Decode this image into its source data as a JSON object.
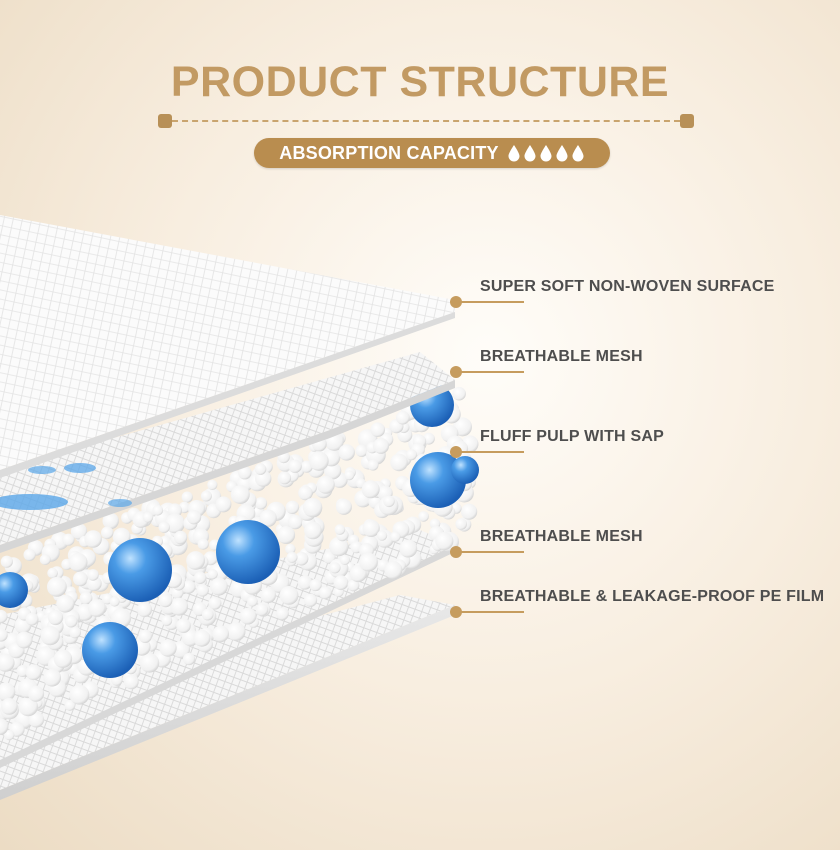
{
  "header": {
    "title": "PRODUCT STRUCTURE",
    "badge_text": "ABSORPTION CAPACITY",
    "capacity_drops": 5,
    "drop_icon": "water-drop-icon"
  },
  "layers": [
    {
      "label": "SUPER SOFT NON-WOVEN SURFACE"
    },
    {
      "label": "BREATHABLE MESH"
    },
    {
      "label": "FLUFF PULP WITH SAP"
    },
    {
      "label": "BREATHABLE MESH"
    },
    {
      "label": "BREATHABLE & LEAKAGE-PROOF PE FILM"
    }
  ],
  "colors": {
    "accent": "#c29a63",
    "badge": "#b98d4f",
    "label_text": "#4e4e4e",
    "bead_blue": "#2f7fd4",
    "bead_white": "#ffffff"
  }
}
